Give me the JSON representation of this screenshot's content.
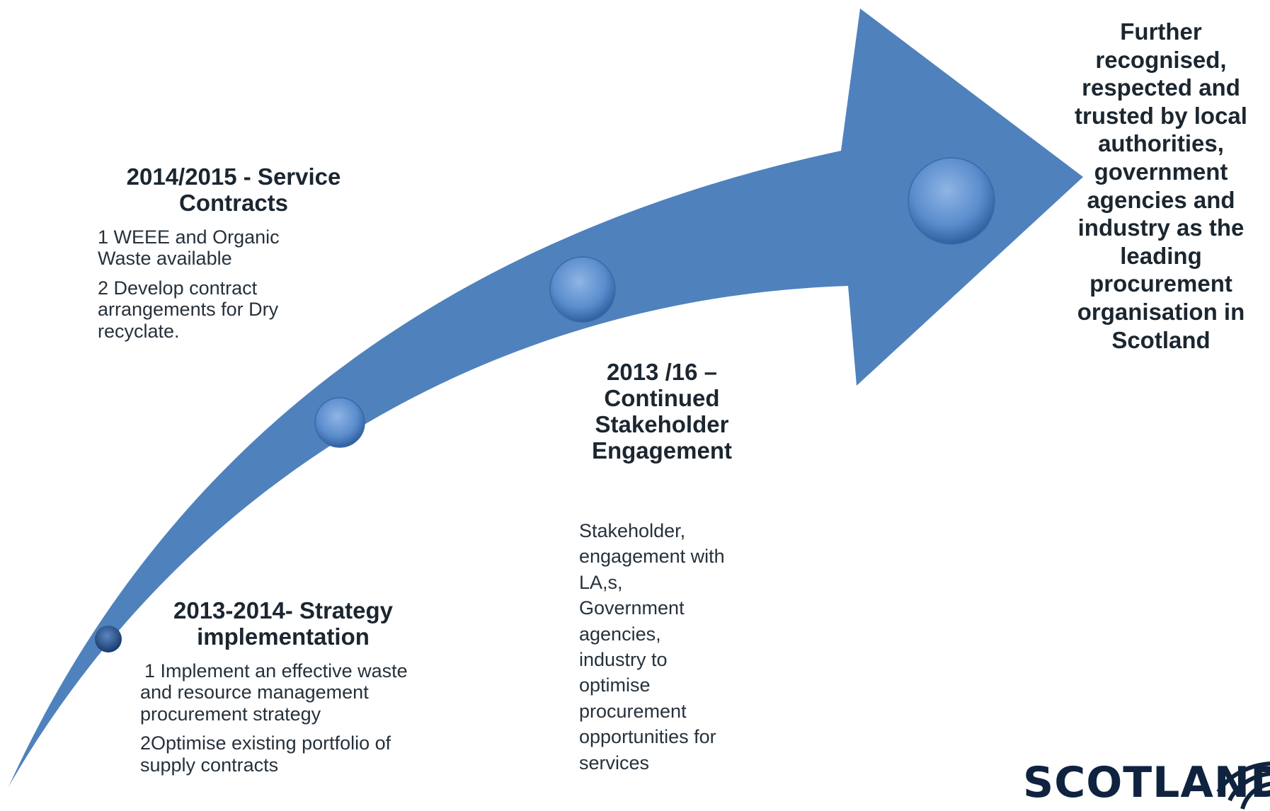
{
  "stages": [
    {
      "heading": "2013-2014- Strategy implementation",
      "items": [
        "1 Implement an effective waste and resource management procurement strategy",
        "2Optimise existing portfolio of supply contracts"
      ]
    },
    {
      "heading": "2014/2015 - Service Contracts",
      "items": [
        "1 WEEE and Organic Waste available",
        "2 Develop contract arrangements for Dry recyclate."
      ]
    },
    {
      "heading": "2013 /16 – Continued Stakeholder Engagement",
      "items": [
        "Stakeholder, engagement with LA,s, Government agencies, industry to optimise procurement opportunities for services"
      ]
    }
  ],
  "goal": "Further recognised, respected and trusted by local authorities, government agencies and industry as the leading procurement organisation in Scotland",
  "logo": {
    "text": "SCOTLAND"
  },
  "colors": {
    "arrow": "#4f81bd",
    "circle": "#5b8fd0"
  }
}
